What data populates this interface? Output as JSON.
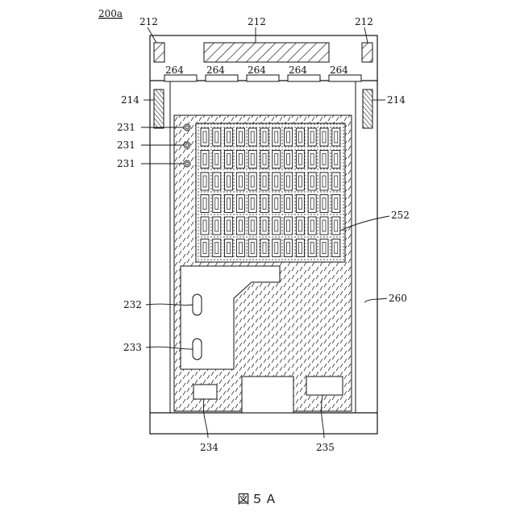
{
  "figure": {
    "id_label": "200a",
    "caption": "図５Ａ"
  },
  "labels": {
    "l212": "212",
    "l214": "214",
    "l231": "231",
    "l232": "232",
    "l233": "233",
    "l234": "234",
    "l235": "235",
    "l252": "252",
    "l260": "260",
    "l264": "264"
  },
  "colors": {
    "line": "#111111",
    "background": "#ffffff"
  }
}
